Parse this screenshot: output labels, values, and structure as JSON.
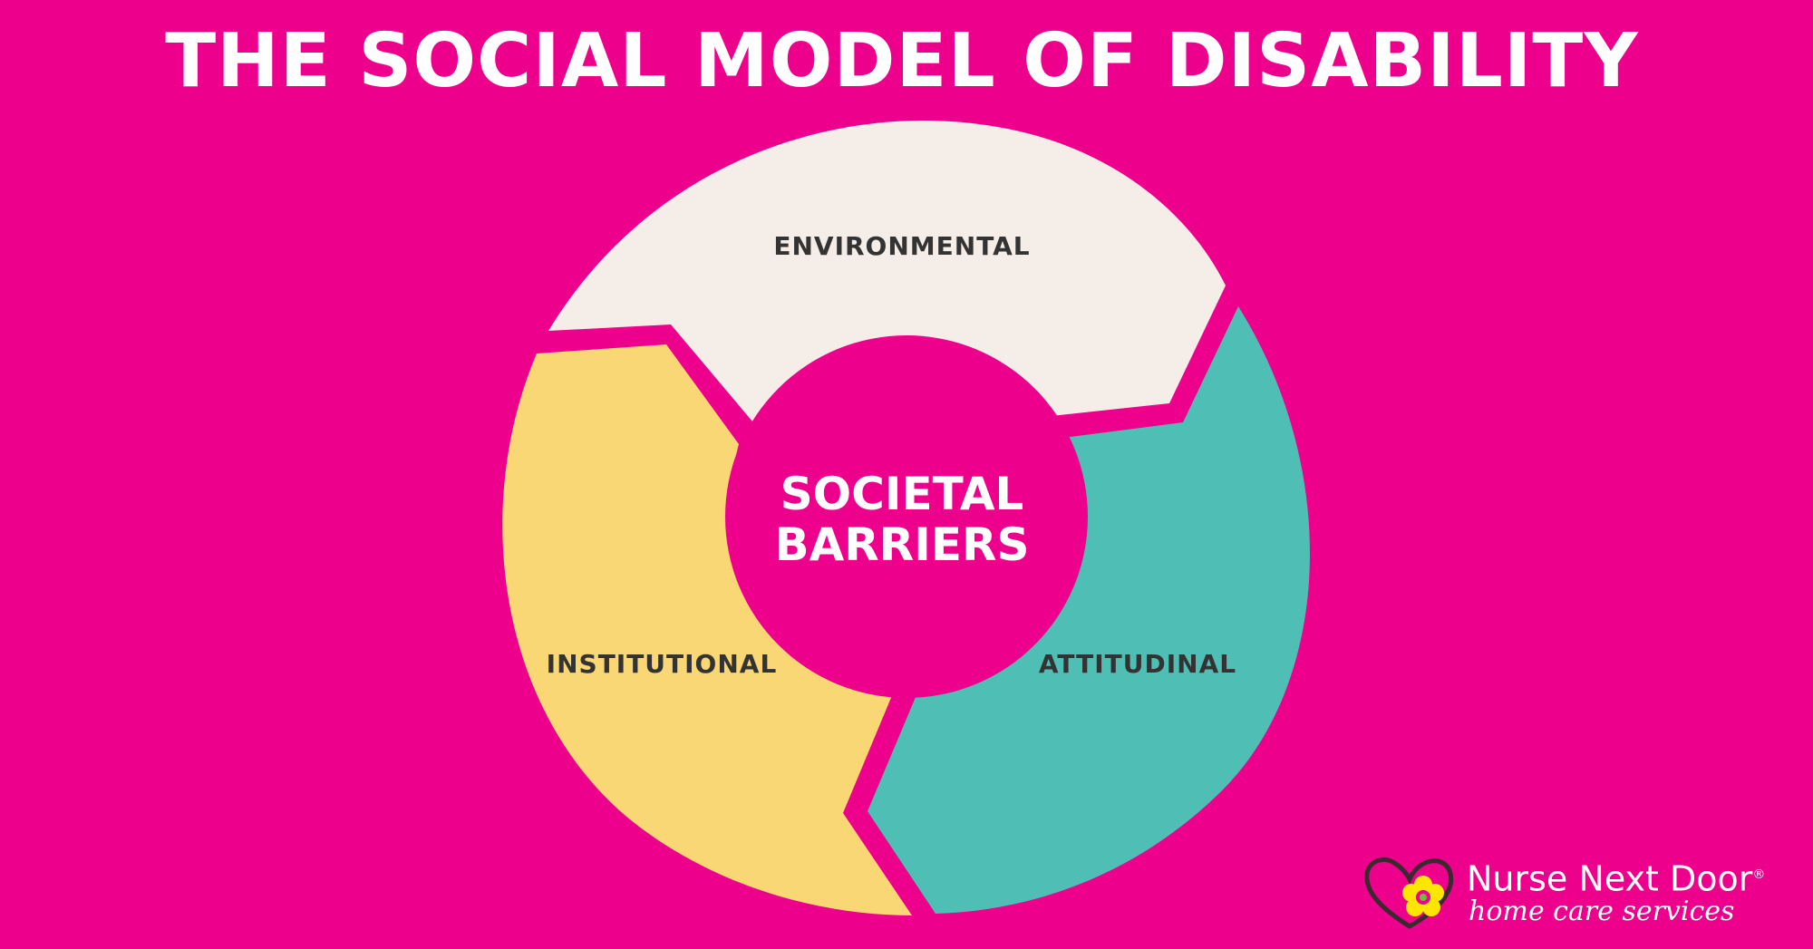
{
  "title": "THE SOCIAL MODEL OF DISABILITY",
  "colors": {
    "background": "#EC008C",
    "environmental": "#F5EDE8",
    "attitudinal": "#4FBFB5",
    "institutional": "#F8D774",
    "label_text": "#333333",
    "white": "#FFFFFF"
  },
  "diagram": {
    "center": {
      "line1": "SOCIETAL",
      "line2": "BARRIERS"
    },
    "segments": [
      {
        "id": "environmental",
        "label": "ENVIRONMENTAL"
      },
      {
        "id": "attitudinal",
        "label": "ATTITUDINAL"
      },
      {
        "id": "institutional",
        "label": "INSTITUTIONAL"
      }
    ]
  },
  "logo": {
    "name": "Nurse Next Door",
    "registered": "®",
    "tagline": "home care services"
  }
}
